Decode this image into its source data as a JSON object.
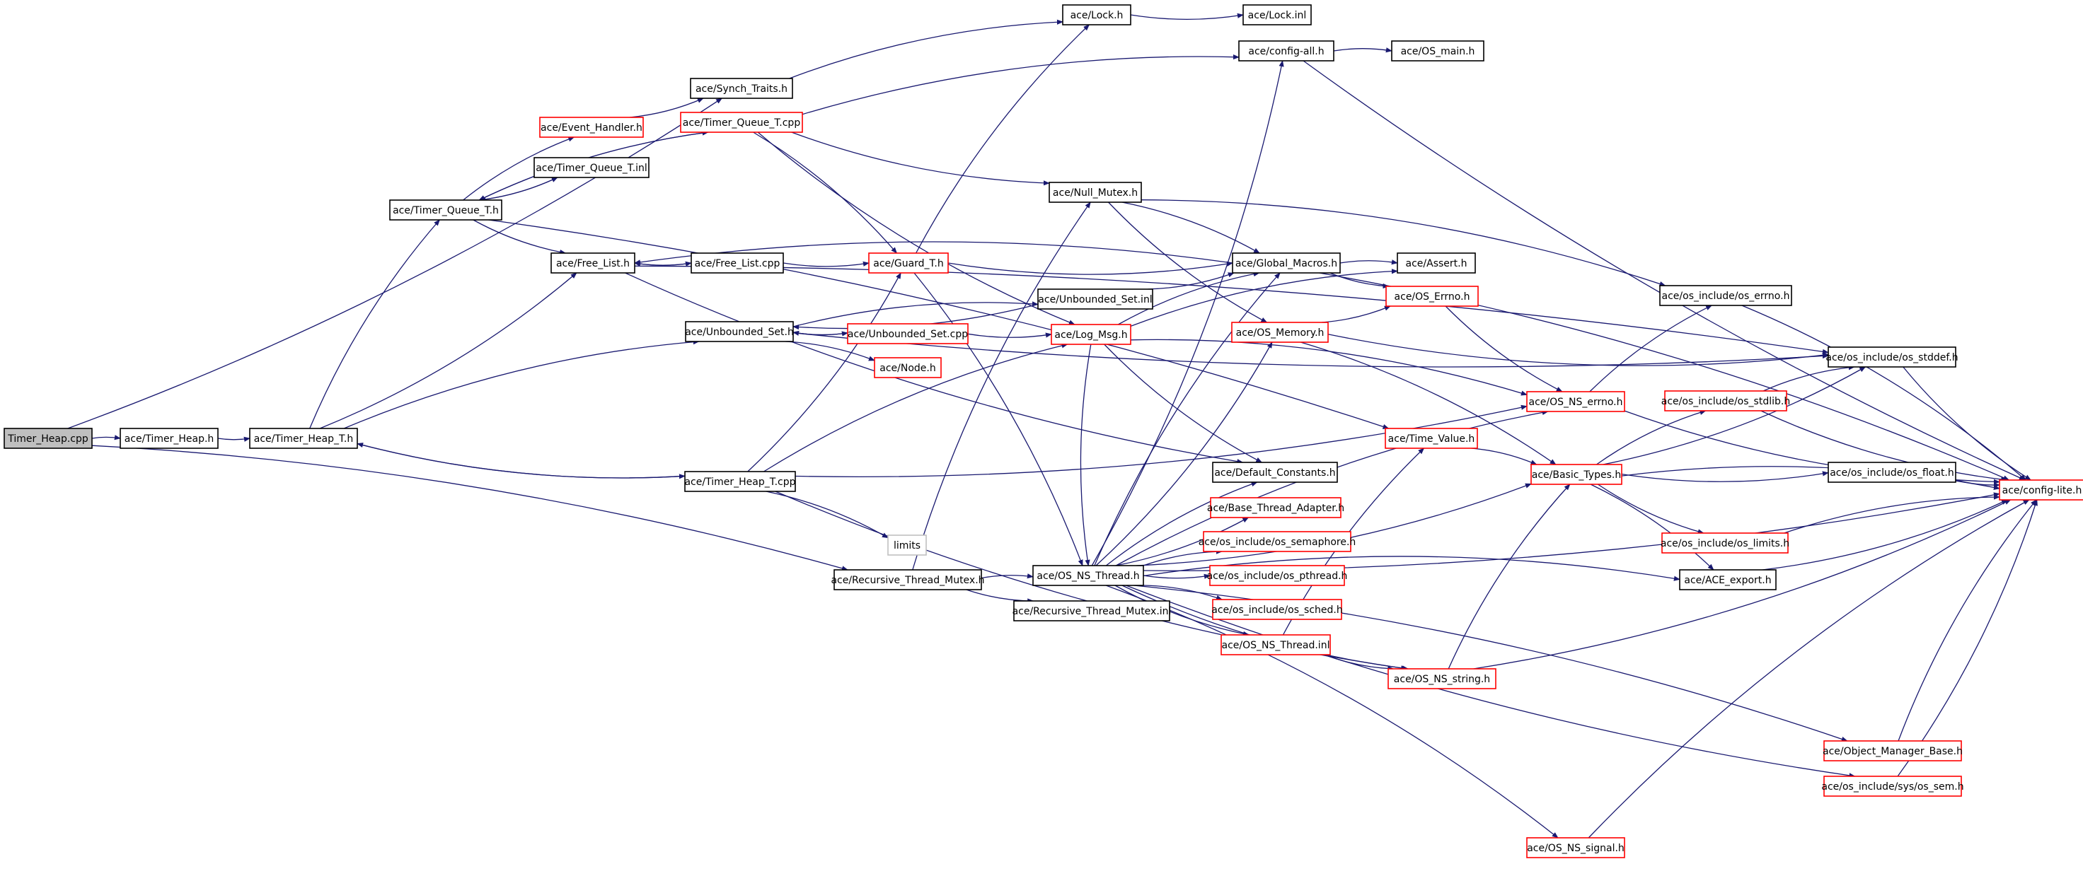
{
  "graph": {
    "title": "",
    "nodes": [
      {
        "id": "timer_heap_cpp",
        "label": "Timer_Heap.cpp",
        "style": "root"
      },
      {
        "id": "timer_heap_h",
        "label": "ace/Timer_Heap.h",
        "style": "black"
      },
      {
        "id": "timer_heap_t_h",
        "label": "ace/Timer_Heap_T.h",
        "style": "black"
      },
      {
        "id": "timer_heap_t_cpp",
        "label": "ace/Timer_Heap_T.cpp",
        "style": "black"
      },
      {
        "id": "synch_traits_h",
        "label": "ace/Synch_Traits.h",
        "style": "black"
      },
      {
        "id": "lock_h",
        "label": "ace/Lock.h",
        "style": "black"
      },
      {
        "id": "lock_inl",
        "label": "ace/Lock.inl",
        "style": "black"
      },
      {
        "id": "config_all_h",
        "label": "ace/config-all.h",
        "style": "black"
      },
      {
        "id": "os_main_h",
        "label": "ace/OS_main.h",
        "style": "black"
      },
      {
        "id": "event_handler_h",
        "label": "ace/Event_Handler.h",
        "style": "red"
      },
      {
        "id": "timer_queue_t_cpp",
        "label": "ace/Timer_Queue_T.cpp",
        "style": "red"
      },
      {
        "id": "timer_queue_t_inl",
        "label": "ace/Timer_Queue_T.inl",
        "style": "black"
      },
      {
        "id": "timer_queue_t_h",
        "label": "ace/Timer_Queue_T.h",
        "style": "black"
      },
      {
        "id": "null_mutex_h",
        "label": "ace/Null_Mutex.h",
        "style": "black"
      },
      {
        "id": "free_list_h",
        "label": "ace/Free_List.h",
        "style": "black"
      },
      {
        "id": "free_list_cpp",
        "label": "ace/Free_List.cpp",
        "style": "black"
      },
      {
        "id": "guard_t_h",
        "label": "ace/Guard_T.h",
        "style": "red"
      },
      {
        "id": "global_macros_h",
        "label": "ace/Global_Macros.h",
        "style": "black"
      },
      {
        "id": "assert_h",
        "label": "ace/Assert.h",
        "style": "black"
      },
      {
        "id": "unbounded_set_inl",
        "label": "ace/Unbounded_Set.inl",
        "style": "black"
      },
      {
        "id": "os_errno_h",
        "label": "ace/OS_Errno.h",
        "style": "red"
      },
      {
        "id": "os_include_os_errno_h",
        "label": "ace/os_include/os_errno.h",
        "style": "black"
      },
      {
        "id": "unbounded_set_h",
        "label": "ace/Unbounded_Set.h",
        "style": "black"
      },
      {
        "id": "unbounded_set_cpp",
        "label": "ace/Unbounded_Set.cpp",
        "style": "red"
      },
      {
        "id": "log_msg_h",
        "label": "ace/Log_Msg.h",
        "style": "red"
      },
      {
        "id": "os_memory_h",
        "label": "ace/OS_Memory.h",
        "style": "red"
      },
      {
        "id": "node_h",
        "label": "ace/Node.h",
        "style": "red"
      },
      {
        "id": "os_include_os_stddef_h",
        "label": "ace/os_include/os_stddef.h",
        "style": "black"
      },
      {
        "id": "os_ns_errno_h",
        "label": "ace/OS_NS_errno.h",
        "style": "red"
      },
      {
        "id": "os_include_os_stdlib_h",
        "label": "ace/os_include/os_stdlib.h",
        "style": "red"
      },
      {
        "id": "time_value_h",
        "label": "ace/Time_Value.h",
        "style": "red"
      },
      {
        "id": "basic_types_h",
        "label": "ace/Basic_Types.h",
        "style": "red"
      },
      {
        "id": "default_constants_h",
        "label": "ace/Default_Constants.h",
        "style": "black"
      },
      {
        "id": "os_include_os_float_h",
        "label": "ace/os_include/os_float.h",
        "style": "black"
      },
      {
        "id": "config_lite_h",
        "label": "ace/config-lite.h",
        "style": "red"
      },
      {
        "id": "base_thread_adapter_h",
        "label": "ace/Base_Thread_Adapter.h",
        "style": "red"
      },
      {
        "id": "os_include_os_semaphore_h",
        "label": "ace/os_include/os_semaphore.h",
        "style": "red"
      },
      {
        "id": "limits",
        "label": "limits",
        "style": "gray"
      },
      {
        "id": "os_include_os_limits_h",
        "label": "ace/os_include/os_limits.h",
        "style": "red"
      },
      {
        "id": "recursive_thread_mutex_h",
        "label": "ace/Recursive_Thread_Mutex.h",
        "style": "black"
      },
      {
        "id": "os_ns_thread_h",
        "label": "ace/OS_NS_Thread.h",
        "style": "black"
      },
      {
        "id": "os_include_os_pthread_h",
        "label": "ace/os_include/os_pthread.h",
        "style": "red"
      },
      {
        "id": "ace_export_h",
        "label": "ace/ACE_export.h",
        "style": "black"
      },
      {
        "id": "recursive_thread_mutex_inl",
        "label": "ace/Recursive_Thread_Mutex.inl",
        "style": "black"
      },
      {
        "id": "os_include_os_sched_h",
        "label": "ace/os_include/os_sched.h",
        "style": "red"
      },
      {
        "id": "os_ns_thread_inl",
        "label": "ace/OS_NS_Thread.inl",
        "style": "red"
      },
      {
        "id": "os_ns_string_h",
        "label": "ace/OS_NS_string.h",
        "style": "red"
      },
      {
        "id": "object_manager_base_h",
        "label": "ace/Object_Manager_Base.h",
        "style": "red"
      },
      {
        "id": "os_include_sys_os_sem_h",
        "label": "ace/os_include/sys/os_sem.h",
        "style": "red"
      },
      {
        "id": "os_ns_signal_h",
        "label": "ace/OS_NS_signal.h",
        "style": "red"
      }
    ],
    "edges": [
      [
        "timer_heap_cpp",
        "timer_heap_h"
      ],
      [
        "timer_heap_cpp",
        "synch_traits_h"
      ],
      [
        "timer_heap_cpp",
        "recursive_thread_mutex_h"
      ],
      [
        "timer_heap_h",
        "timer_heap_t_h"
      ],
      [
        "timer_heap_t_h",
        "timer_queue_t_h"
      ],
      [
        "timer_heap_t_h",
        "free_list_h"
      ],
      [
        "timer_heap_t_h",
        "unbounded_set_h"
      ],
      [
        "timer_heap_t_h",
        "timer_heap_t_cpp"
      ],
      [
        "timer_heap_t_cpp",
        "timer_heap_t_h"
      ],
      [
        "timer_heap_t_cpp",
        "guard_t_h"
      ],
      [
        "timer_heap_t_cpp",
        "log_msg_h"
      ],
      [
        "timer_heap_t_cpp",
        "os_ns_errno_h"
      ],
      [
        "timer_heap_t_cpp",
        "limits"
      ],
      [
        "timer_heap_t_cpp",
        "os_ns_string_h"
      ],
      [
        "synch_traits_h",
        "lock_h"
      ],
      [
        "lock_h",
        "lock_inl"
      ],
      [
        "config_all_h",
        "os_main_h"
      ],
      [
        "config_all_h",
        "config_lite_h"
      ],
      [
        "timer_queue_t_h",
        "event_handler_h"
      ],
      [
        "timer_queue_t_h",
        "timer_queue_t_inl"
      ],
      [
        "timer_queue_t_h",
        "timer_queue_t_cpp"
      ],
      [
        "timer_queue_t_h",
        "free_list_h"
      ],
      [
        "timer_queue_t_h",
        "time_value_h"
      ],
      [
        "event_handler_h",
        "synch_traits_h"
      ],
      [
        "timer_queue_t_inl",
        "timer_queue_t_h"
      ],
      [
        "timer_queue_t_cpp",
        "timer_queue_t_h"
      ],
      [
        "timer_queue_t_cpp",
        "config_all_h"
      ],
      [
        "timer_queue_t_cpp",
        "null_mutex_h"
      ],
      [
        "timer_queue_t_cpp",
        "guard_t_h"
      ],
      [
        "timer_queue_t_cpp",
        "log_msg_h"
      ],
      [
        "null_mutex_h",
        "global_macros_h"
      ],
      [
        "null_mutex_h",
        "os_memory_h"
      ],
      [
        "null_mutex_h",
        "os_include_os_errno_h"
      ],
      [
        "free_list_h",
        "free_list_cpp"
      ],
      [
        "free_list_h",
        "os_include_os_stddef_h"
      ],
      [
        "free_list_h",
        "default_constants_h"
      ],
      [
        "free_list_cpp",
        "free_list_h"
      ],
      [
        "free_list_cpp",
        "guard_t_h"
      ],
      [
        "guard_t_h",
        "lock_h"
      ],
      [
        "guard_t_h",
        "global_macros_h"
      ],
      [
        "guard_t_h",
        "os_ns_thread_h"
      ],
      [
        "global_macros_h",
        "free_list_h"
      ],
      [
        "global_macros_h",
        "assert_h"
      ],
      [
        "global_macros_h",
        "os_errno_h"
      ],
      [
        "global_macros_h",
        "config_lite_h"
      ],
      [
        "os_errno_h",
        "os_ns_errno_h"
      ],
      [
        "unbounded_set_h",
        "unbounded_set_inl"
      ],
      [
        "unbounded_set_h",
        "unbounded_set_cpp"
      ],
      [
        "unbounded_set_h",
        "node_h"
      ],
      [
        "unbounded_set_h",
        "os_include_os_stddef_h"
      ],
      [
        "unbounded_set_inl",
        "unbounded_set_h"
      ],
      [
        "unbounded_set_inl",
        "global_macros_h"
      ],
      [
        "unbounded_set_cpp",
        "unbounded_set_h"
      ],
      [
        "unbounded_set_cpp",
        "log_msg_h"
      ],
      [
        "log_msg_h",
        "global_macros_h"
      ],
      [
        "log_msg_h",
        "default_constants_h"
      ],
      [
        "log_msg_h",
        "assert_h"
      ],
      [
        "log_msg_h",
        "os_ns_thread_h"
      ],
      [
        "log_msg_h",
        "os_ns_errno_h"
      ],
      [
        "os_memory_h",
        "os_errno_h"
      ],
      [
        "os_memory_h",
        "basic_types_h"
      ],
      [
        "os_memory_h",
        "os_include_os_stddef_h"
      ],
      [
        "os_include_os_errno_h",
        "config_lite_h"
      ],
      [
        "os_include_os_stddef_h",
        "config_lite_h"
      ],
      [
        "os_ns_errno_h",
        "os_include_os_errno_h"
      ],
      [
        "os_ns_errno_h",
        "config_lite_h"
      ],
      [
        "os_include_os_stdlib_h",
        "os_include_os_stddef_h"
      ],
      [
        "os_include_os_stdlib_h",
        "config_lite_h"
      ],
      [
        "time_value_h",
        "basic_types_h"
      ],
      [
        "basic_types_h",
        "os_include_os_stddef_h"
      ],
      [
        "basic_types_h",
        "os_include_os_stdlib_h"
      ],
      [
        "basic_types_h",
        "os_include_os_float_h"
      ],
      [
        "basic_types_h",
        "config_lite_h"
      ],
      [
        "basic_types_h",
        "os_include_os_limits_h"
      ],
      [
        "basic_types_h",
        "ace_export_h"
      ],
      [
        "os_include_os_float_h",
        "config_lite_h"
      ],
      [
        "os_include_os_limits_h",
        "config_lite_h"
      ],
      [
        "ace_export_h",
        "config_lite_h"
      ],
      [
        "recursive_thread_mutex_h",
        "os_ns_thread_h"
      ],
      [
        "recursive_thread_mutex_h",
        "recursive_thread_mutex_inl"
      ],
      [
        "recursive_thread_mutex_h",
        "null_mutex_h"
      ],
      [
        "os_ns_thread_h",
        "config_all_h"
      ],
      [
        "os_ns_thread_h",
        "global_macros_h"
      ],
      [
        "os_ns_thread_h",
        "os_memory_h"
      ],
      [
        "os_ns_thread_h",
        "default_constants_h"
      ],
      [
        "os_ns_thread_h",
        "base_thread_adapter_h"
      ],
      [
        "os_ns_thread_h",
        "os_include_os_semaphore_h"
      ],
      [
        "os_ns_thread_h",
        "os_include_os_pthread_h"
      ],
      [
        "os_ns_thread_h",
        "os_include_os_sched_h"
      ],
      [
        "os_ns_thread_h",
        "os_ns_thread_inl"
      ],
      [
        "os_ns_thread_h",
        "os_ns_errno_h"
      ],
      [
        "os_ns_thread_h",
        "basic_types_h"
      ],
      [
        "os_ns_thread_h",
        "ace_export_h"
      ],
      [
        "os_ns_thread_h",
        "os_ns_string_h"
      ],
      [
        "os_ns_thread_h",
        "object_manager_base_h"
      ],
      [
        "os_ns_thread_h",
        "os_include_sys_os_sem_h"
      ],
      [
        "os_ns_thread_h",
        "os_ns_signal_h"
      ],
      [
        "os_ns_thread_h",
        "config_lite_h"
      ],
      [
        "os_ns_thread_inl",
        "time_value_h"
      ],
      [
        "os_ns_thread_inl",
        "os_ns_string_h"
      ],
      [
        "os_ns_string_h",
        "basic_types_h"
      ],
      [
        "os_ns_string_h",
        "config_lite_h"
      ],
      [
        "object_manager_base_h",
        "config_lite_h"
      ],
      [
        "os_include_sys_os_sem_h",
        "config_lite_h"
      ],
      [
        "os_ns_signal_h",
        "config_lite_h"
      ]
    ]
  }
}
